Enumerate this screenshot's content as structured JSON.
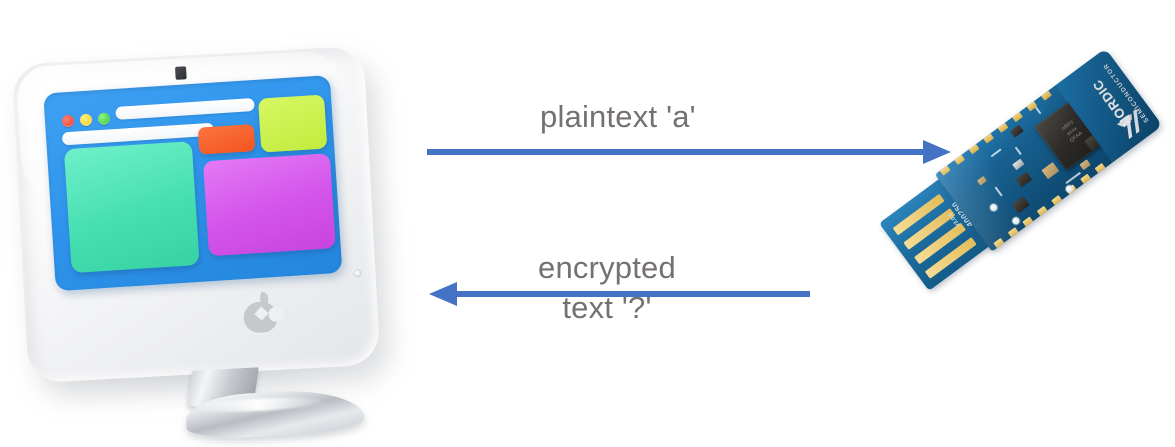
{
  "diagram": {
    "title": "plaintext / encrypted text exchange between computer and Nordic USB dongle",
    "background_color": "#ffffff",
    "arrow_color": "#4472C4",
    "label_color": "#767171"
  },
  "flows": [
    {
      "id": "flow-to-device",
      "label": "plaintext 'a'",
      "direction": "right",
      "from": "computer",
      "to": "dongle"
    },
    {
      "id": "flow-to-computer",
      "label_line1": "encrypted",
      "label_line2": "text '?'",
      "direction": "left",
      "from": "dongle",
      "to": "computer"
    }
  ],
  "computer": {
    "name": "imac",
    "alt": "Apple iMac desktop computer icon",
    "brand_icon": "apple-logo-icon",
    "webcam_icon": "webcam-icon",
    "indicator_icon": "power-indicator-icon",
    "window": {
      "traffic_lights": [
        {
          "name": "close",
          "color": "#e8392b"
        },
        {
          "name": "minimize",
          "color": "#f0cf23"
        },
        {
          "name": "zoom",
          "color": "#2fc63c"
        }
      ],
      "background_color": "#2f95ec",
      "panels": [
        {
          "name": "panel-teal",
          "color": "#46dfb0"
        },
        {
          "name": "panel-orange",
          "color": "#f2541f"
        },
        {
          "name": "panel-lime",
          "color": "#c2ec3e"
        },
        {
          "name": "panel-magenta",
          "color": "#d254ea"
        }
      ]
    }
  },
  "dongle": {
    "name": "nordic-usb-dongle",
    "alt": "Nordic Semiconductor nRF USB dongle photograph",
    "brand": "NORDIC",
    "brand_sub": "SEMICONDUCTOR",
    "board_color": "#17608f",
    "pad_color": "#e3bd5c",
    "silkscreen": {
      "part_number": "400250",
      "revision": "V2.0.0",
      "soc_label": "nRF5\nxxxx\nQFAA"
    },
    "components": {
      "soc": "soc-chip",
      "button": "reset-button",
      "usb_connector": "usb-contact-tongue"
    }
  }
}
